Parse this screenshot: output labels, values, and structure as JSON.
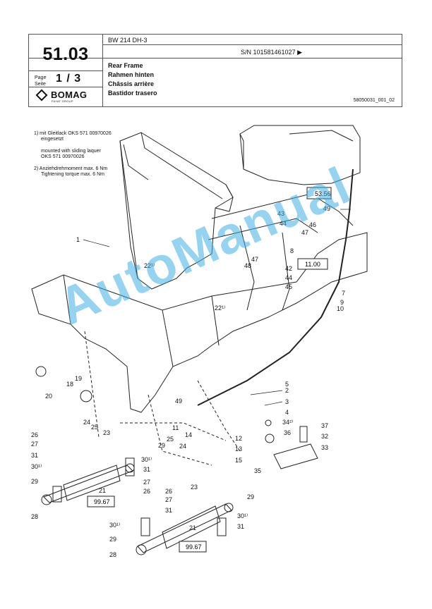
{
  "header": {
    "page_number": "51.03",
    "page_label": "Page\nSeite",
    "page_fraction": "1 / 3",
    "model": "BW 214 DH-3",
    "serial": "S/N 101581461027 ▶",
    "titles": [
      "Rear Frame",
      "Rahmen hinten",
      "Châssis arrière",
      "Bastidor trasero"
    ],
    "doc_ref": "58050031_001_02"
  },
  "logo": {
    "brand": "BOMAG",
    "sub": "FAYAT GROUP"
  },
  "notes": {
    "n1_a": "1) mit Gleitlack OKS 571 00970026",
    "n1_b": "eingesetzt",
    "n1_c": "mounted with sliding laquer",
    "n1_d": "OKS 571 00970026",
    "n2_a": "2)  Anziehdrehmoment max. 6 Nm",
    "n2_b": "Tightening torque max. 6 Nm"
  },
  "refs": {
    "r1": "53.56",
    "r2": "11.00",
    "r3": "99.67",
    "r4": "99.67"
  },
  "labels": {
    "l1": "1",
    "l2": "2",
    "l3": "3",
    "l4": "4",
    "l5": "5",
    "l7": "7",
    "l8": "8",
    "l9": "9",
    "l10": "10",
    "l11": "11",
    "l12": "12",
    "l13": "13",
    "l14": "14",
    "l15": "15",
    "l18": "18",
    "l19": "19",
    "l20": "20",
    "l21a": "21",
    "l21b": "21",
    "l22a": "22¹⁾",
    "l22b": "22¹⁾",
    "l23a": "23",
    "l23b": "23",
    "l24a": "24",
    "l24b": "24",
    "l25a": "25",
    "l25b": "25",
    "l26a": "26",
    "l26b": "26",
    "l26c": "26",
    "l27a": "27",
    "l27b": "27",
    "l27c": "27",
    "l28a": "28",
    "l28b": "28",
    "l29a": "29",
    "l29b": "29",
    "l29c": "29",
    "l29d": "29",
    "l30a": "30¹⁾",
    "l30b": "30¹⁾",
    "l30c": "30¹⁾",
    "l30d": "30¹⁾",
    "l31a": "31",
    "l31b": "31",
    "l31c": "31",
    "l31d": "31",
    "l32": "32",
    "l33": "33",
    "l34": "34²⁾",
    "l35": "35",
    "l36": "36",
    "l37": "37",
    "l42": "42",
    "l43": "43",
    "l44a": "44",
    "l44b": "44",
    "l45": "45",
    "l46": "46",
    "l47a": "47",
    "l47b": "47",
    "l48": "48",
    "l49a": "49",
    "l49b": "49"
  },
  "watermark": "AutoManual"
}
